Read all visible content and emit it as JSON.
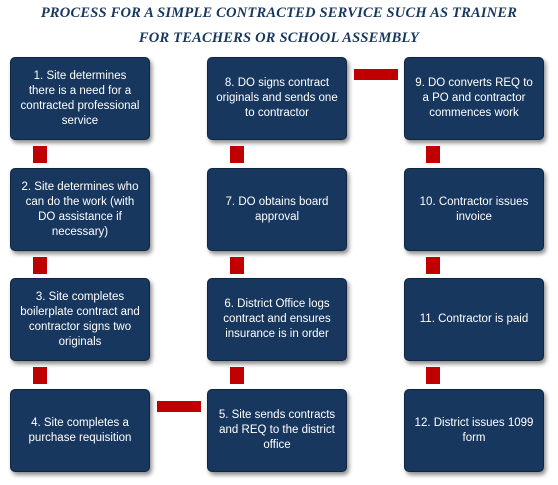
{
  "title": {
    "line1": "PROCESS FOR A SIMPLE CONTRACTED SERVICE SUCH AS TRAINER",
    "line2": "FOR TEACHERS OR SCHOOL ASSEMBLY"
  },
  "steps": {
    "s1": "1. Site determines there is a need for a contracted professional service",
    "s2": "2. Site determines who can do the work (with DO assistance if necessary)",
    "s3": "3. Site completes boilerplate contract and contractor signs two originals",
    "s4": "4. Site completes a purchase requisition",
    "s5": "5. Site sends contracts and REQ to the district office",
    "s6": "6. District Office logs contract and ensures insurance is in order",
    "s7": "7. DO obtains board approval",
    "s8": "8. DO signs contract originals and sends one to contractor",
    "s9": "9. DO converts REQ to a PO and contractor commences work",
    "s10": "10. Contractor issues invoice",
    "s11": "11. Contractor is paid",
    "s12": "12. District issues 1099 form"
  },
  "colors": {
    "box_fill": "#17375e",
    "connector": "#c00000",
    "title": "#17375e"
  }
}
